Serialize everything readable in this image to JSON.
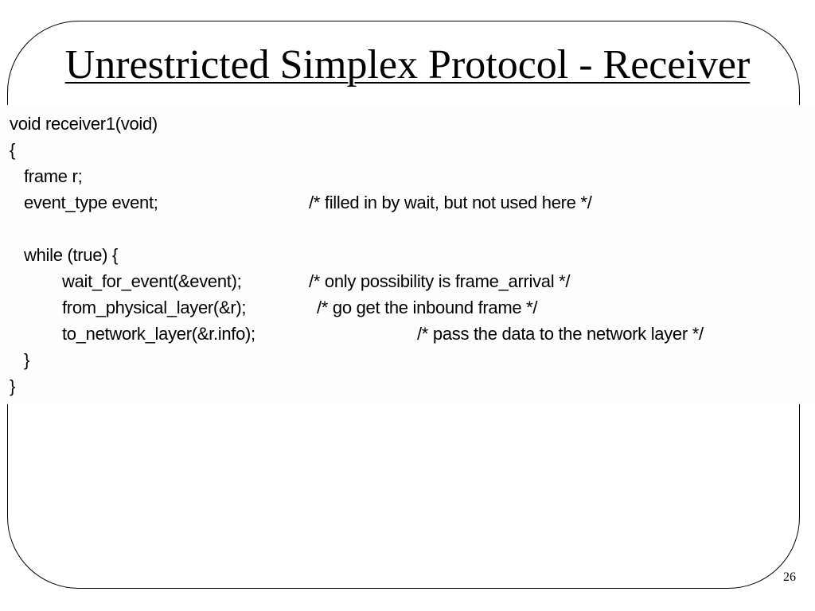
{
  "slide": {
    "title": "Unrestricted Simplex Protocol - Receiver",
    "page_number": "26"
  },
  "code": {
    "lines": [
      {
        "text": "void receiver1(void)",
        "comment": ""
      },
      {
        "text": "{",
        "comment": ""
      },
      {
        "text": "frame r;",
        "comment": ""
      },
      {
        "text": "event_type event;",
        "comment": "/* filled in by wait, but not used here */"
      },
      {
        "text": "",
        "comment": ""
      },
      {
        "text": "while (true) {",
        "comment": ""
      },
      {
        "text": "wait_for_event(&event);",
        "comment": "/* only possibility is frame_arrival */"
      },
      {
        "text": "from_physical_layer(&r);",
        "comment": "/* go get the inbound frame */"
      },
      {
        "text": "to_network_layer(&r.info);",
        "comment": "/* pass the data to the network layer */"
      },
      {
        "text": "}",
        "comment": ""
      },
      {
        "text": "}",
        "comment": ""
      }
    ]
  }
}
